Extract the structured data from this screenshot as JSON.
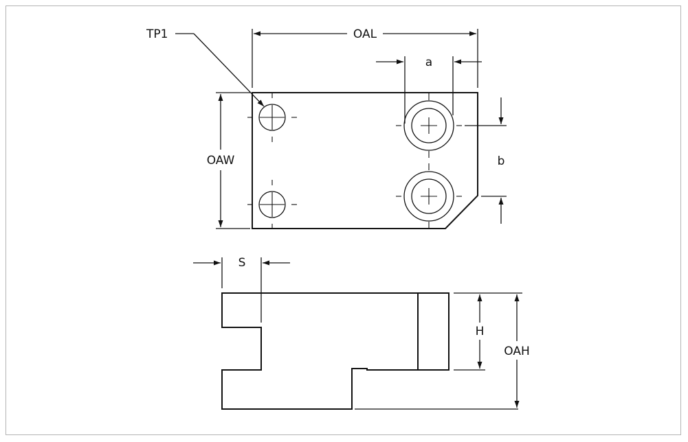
{
  "drawing": {
    "frame_color": "#b4b4b4",
    "line_color": "#111111",
    "labels": {
      "tp1": "TP1",
      "oal": "OAL",
      "a": "a",
      "oaw": "OAW",
      "b": "b",
      "s": "S",
      "h": "H",
      "oah": "OAH"
    }
  }
}
